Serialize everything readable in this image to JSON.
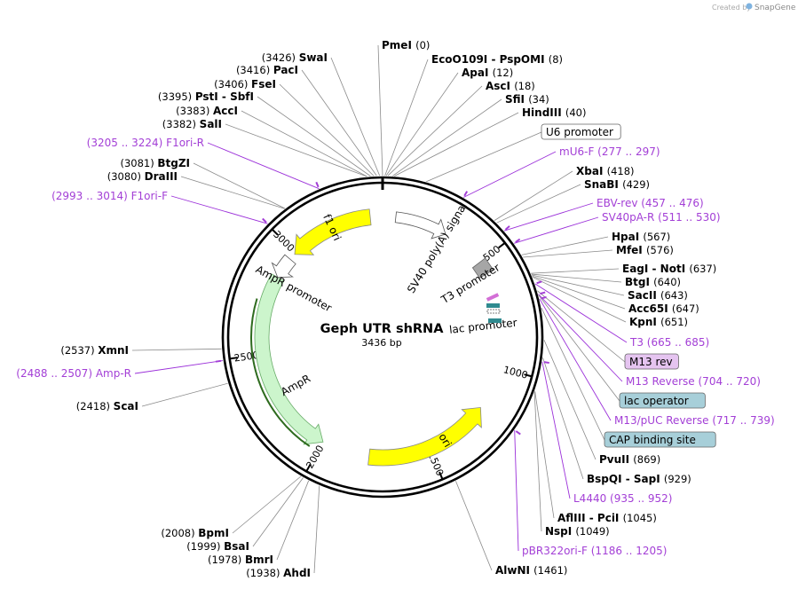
{
  "credit": {
    "prefix": "Created by",
    "brand": "SnapGene"
  },
  "plasmid": {
    "name": "Geph UTR shRNA",
    "length_label": "3436 bp",
    "length": 3436
  },
  "ruler_ticks": [
    "500",
    "1000",
    "1500",
    "2000",
    "2500",
    "3000"
  ],
  "sites": [
    {
      "name": "PmeI",
      "pos": "(0)"
    },
    {
      "name": "EcoO109I",
      "name2": "PspOMI",
      "pos": "(8)"
    },
    {
      "name": "ApaI",
      "pos": "(12)"
    },
    {
      "name": "AscI",
      "pos": "(18)"
    },
    {
      "name": "SfiI",
      "pos": "(34)"
    },
    {
      "name": "HindIII",
      "pos": "(40)"
    },
    {
      "name": "XbaI",
      "pos": "(418)"
    },
    {
      "name": "SnaBI",
      "pos": "(429)"
    },
    {
      "name": "HpaI",
      "pos": "(567)"
    },
    {
      "name": "MfeI",
      "pos": "(576)"
    },
    {
      "name": "EagI",
      "name2": "NotI",
      "pos": "(637)"
    },
    {
      "name": "BtgI",
      "pos": "(640)"
    },
    {
      "name": "SacII",
      "pos": "(643)"
    },
    {
      "name": "Acc65I",
      "pos": "(647)"
    },
    {
      "name": "KpnI",
      "pos": "(651)"
    },
    {
      "name": "PvuII",
      "pos": "(869)"
    },
    {
      "name": "BspQI",
      "name2": "SapI",
      "pos": "(929)"
    },
    {
      "name": "AflIII",
      "name2": "PciI",
      "pos": "(1045)"
    },
    {
      "name": "NspI",
      "pos": "(1049)"
    },
    {
      "name": "AlwNI",
      "pos": "(1461)"
    },
    {
      "name": "AhdI",
      "pos": "(1938)"
    },
    {
      "name": "BmrI",
      "pos": "(1978)"
    },
    {
      "name": "BsaI",
      "pos": "(1999)"
    },
    {
      "name": "BpmI",
      "pos": "(2008)"
    },
    {
      "name": "ScaI",
      "pos": "(2418)"
    },
    {
      "name": "XmnI",
      "pos": "(2537)"
    },
    {
      "name": "DraIII",
      "pos": "(3080)"
    },
    {
      "name": "BtgZI",
      "pos": "(3081)"
    },
    {
      "name": "SalI",
      "pos": "(3382)"
    },
    {
      "name": "AccI",
      "pos": "(3383)"
    },
    {
      "name": "PstI",
      "name2": "SbfI",
      "pos": "(3395)"
    },
    {
      "name": "FseI",
      "pos": "(3406)"
    },
    {
      "name": "PacI",
      "pos": "(3416)"
    },
    {
      "name": "SwaI",
      "pos": "(3426)"
    }
  ],
  "primers": [
    {
      "name": "mU6-F",
      "range": "(277 .. 297)"
    },
    {
      "name": "EBV-rev",
      "range": "(457 .. 476)"
    },
    {
      "name": "SV40pA-R",
      "range": "(511 .. 530)"
    },
    {
      "name": "T3",
      "range": "(665 .. 685)"
    },
    {
      "name": "M13 Reverse",
      "range": "(704 .. 720)"
    },
    {
      "name": "M13/pUC Reverse",
      "range": "(717 .. 739)"
    },
    {
      "name": "L4440",
      "range": "(935 .. 952)"
    },
    {
      "name": "pBR322ori-F",
      "range": "(1186 .. 1205)"
    },
    {
      "name": "Amp-R",
      "range": "(2488 .. 2507)"
    },
    {
      "name": "F1ori-F",
      "range": "(2993 .. 3014)"
    },
    {
      "name": "F1ori-R",
      "range": "(3205 .. 3224)"
    }
  ],
  "boxed_labels": [
    {
      "text": "U6 promoter",
      "color": "#ffffff"
    },
    {
      "text": "M13 rev",
      "color": "#e5c4f0"
    },
    {
      "text": "lac operator",
      "color": "#a7cfd9"
    },
    {
      "text": "CAP binding site",
      "color": "#a7cfd9"
    }
  ],
  "features": [
    {
      "name": "SV40 poly(A) signal",
      "color": "#ffffff"
    },
    {
      "name": "T3 promoter",
      "color": "#ffffff"
    },
    {
      "name": "lac promoter",
      "color": "#ffffff"
    },
    {
      "name": "ori",
      "color": "#ffff00"
    },
    {
      "name": "AmpR",
      "color": "#ccf5cc"
    },
    {
      "name": "AmpR promoter",
      "color": "#ffffff"
    },
    {
      "name": "f1 ori",
      "color": "#ffff00"
    }
  ],
  "colors": {
    "primer": "#a33fd6",
    "yellow_feature": "#ffff00",
    "ampr_feature": "#ccf5cc",
    "gray_feature": "#a6a6a6",
    "lac_feature": "#a7cfd9"
  }
}
